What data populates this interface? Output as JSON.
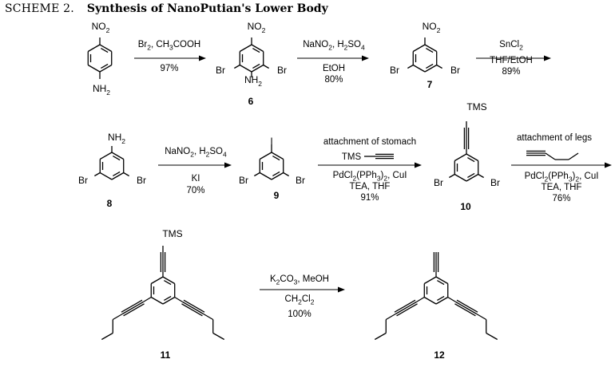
{
  "scheme": {
    "label": "SCHEME 2.",
    "title": "Synthesis of NanoPutian's Lower Body"
  },
  "atoms": {
    "no2": "NO",
    "no2_sub": "2",
    "nh2": "NH",
    "nh2_sub": "2",
    "br": "Br",
    "iodo": "I",
    "tms": "TMS"
  },
  "compounds": [
    "6",
    "7",
    "8",
    "9",
    "10",
    "11",
    "12"
  ],
  "steps": [
    {
      "id": "step1",
      "lines": [
        [
          [
            "Br",
            ""
          ],
          [
            "2",
            "sub"
          ],
          [
            ", CH",
            ""
          ],
          [
            "3",
            "sub"
          ],
          [
            "COOH",
            ""
          ]
        ]
      ],
      "below": [
        [
          [
            "97%",
            ""
          ]
        ]
      ]
    },
    {
      "id": "step2",
      "lines": [
        [
          [
            "NaNO",
            ""
          ],
          [
            "2",
            "sub"
          ],
          [
            ", H",
            ""
          ],
          [
            "2",
            "sub"
          ],
          [
            "SO",
            ""
          ],
          [
            "4",
            "sub"
          ]
        ]
      ],
      "below": [
        [
          [
            "EtOH",
            ""
          ]
        ],
        [
          [
            "80%",
            ""
          ]
        ]
      ]
    },
    {
      "id": "step3",
      "lines": [
        [
          [
            "SnCl",
            ""
          ],
          [
            "2",
            "sub"
          ]
        ]
      ],
      "below": [
        [
          [
            "THF/EtOH",
            ""
          ]
        ],
        [
          [
            "89%",
            ""
          ]
        ]
      ]
    },
    {
      "id": "step4",
      "lines": [
        [
          [
            "NaNO",
            ""
          ],
          [
            "2",
            "sub"
          ],
          [
            ", H",
            ""
          ],
          [
            "2",
            "sub"
          ],
          [
            "SO",
            ""
          ],
          [
            "4",
            "sub"
          ]
        ]
      ],
      "below": [
        [
          [
            "KI",
            ""
          ]
        ],
        [
          [
            "70%",
            ""
          ]
        ]
      ]
    },
    {
      "id": "step5",
      "lines": [
        [
          [
            "attachment of stomach",
            ""
          ]
        ],
        [
          [
            "TMS",
            ""
          ]
        ]
      ],
      "below": [
        [
          [
            "PdCl",
            ""
          ],
          [
            "2",
            "sub"
          ],
          [
            "(PPh",
            ""
          ],
          [
            "3",
            "sub"
          ],
          [
            ")",
            ""
          ],
          [
            "2",
            "sub"
          ],
          [
            ", CuI",
            ""
          ]
        ],
        [
          [
            "TEA, THF",
            ""
          ]
        ],
        [
          [
            "91%",
            ""
          ]
        ]
      ]
    },
    {
      "id": "step6",
      "lines": [
        [
          [
            "attachment of legs",
            ""
          ]
        ]
      ],
      "below": [
        [
          [
            "PdCl",
            ""
          ],
          [
            "2",
            "sub"
          ],
          [
            "(PPh",
            ""
          ],
          [
            "3",
            "sub"
          ],
          [
            ")",
            ""
          ],
          [
            "2",
            "sub"
          ],
          [
            ", CuI",
            ""
          ]
        ],
        [
          [
            "TEA, THF",
            ""
          ]
        ],
        [
          [
            "76%",
            ""
          ]
        ]
      ]
    },
    {
      "id": "step7",
      "lines": [
        [
          [
            "K",
            ""
          ],
          [
            "2",
            "sub"
          ],
          [
            "CO",
            ""
          ],
          [
            "3",
            "sub"
          ],
          [
            ", MeOH",
            ""
          ]
        ],
        [
          [
            "CH",
            ""
          ],
          [
            "2",
            "sub"
          ],
          [
            "Cl",
            ""
          ],
          [
            "2",
            "sub"
          ]
        ]
      ],
      "below": [
        [
          [
            "100%",
            ""
          ]
        ]
      ]
    }
  ]
}
